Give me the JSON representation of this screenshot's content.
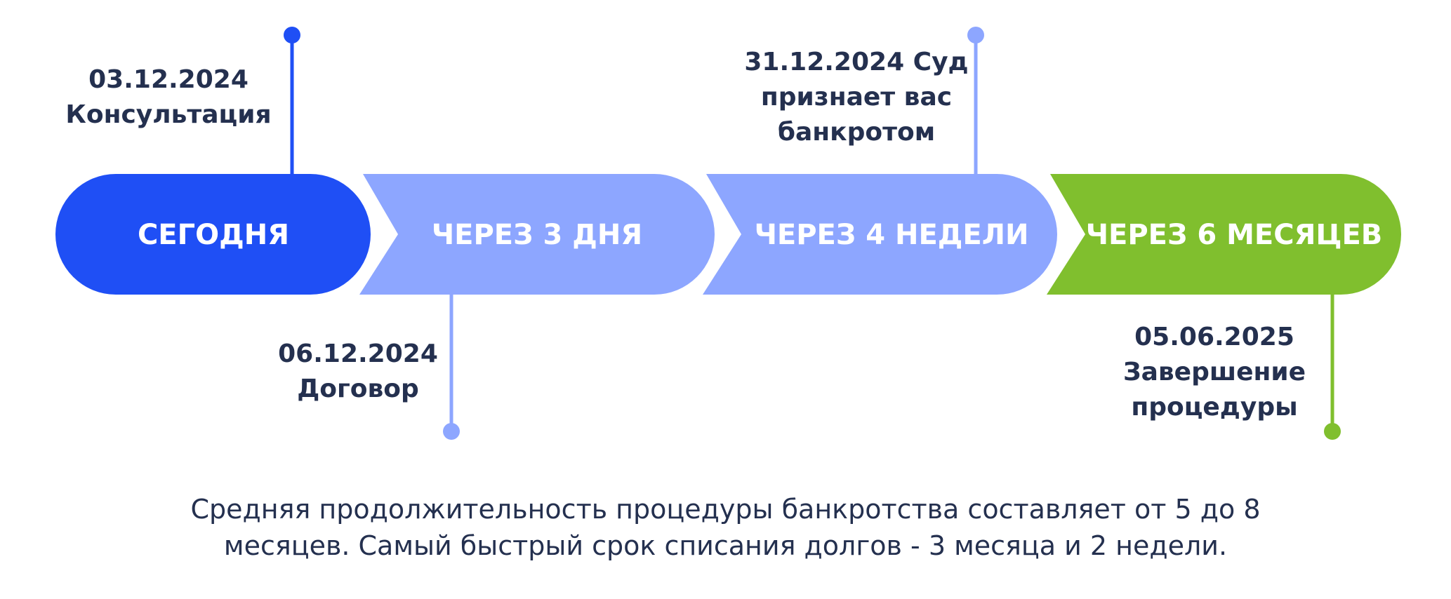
{
  "colors": {
    "today": "#1f4ff5",
    "upcoming": "#8da6ff",
    "final": "#80bf2e",
    "text": "#24304f"
  },
  "stages": [
    {
      "label": "СЕГОДНЯ",
      "color_key": "today"
    },
    {
      "label": "ЧЕРЕЗ 3 ДНЯ",
      "color_key": "upcoming"
    },
    {
      "label": "ЧЕРЕЗ 4 НЕДЕЛИ",
      "color_key": "upcoming"
    },
    {
      "label": "ЧЕРЕЗ 6 МЕСЯЦЕВ",
      "color_key": "final"
    }
  ],
  "events": [
    {
      "lines": [
        "03.12.2024",
        "Консультация"
      ],
      "color_key": "today"
    },
    {
      "lines": [
        "06.12.2024",
        "Договор"
      ],
      "color_key": "upcoming"
    },
    {
      "lines": [
        "31.12.2024 Суд",
        "признает вас",
        "банкротом"
      ],
      "color_key": "upcoming"
    },
    {
      "lines": [
        "05.06.2025",
        "Завершение",
        "процедуры"
      ],
      "color_key": "final"
    }
  ],
  "footer": {
    "lines": [
      "Средняя продолжительность процедуры банкротства составляет от 5 до 8",
      "месяцев. Самый быстрый срок списания долгов - 3 месяца и 2 недели."
    ]
  }
}
